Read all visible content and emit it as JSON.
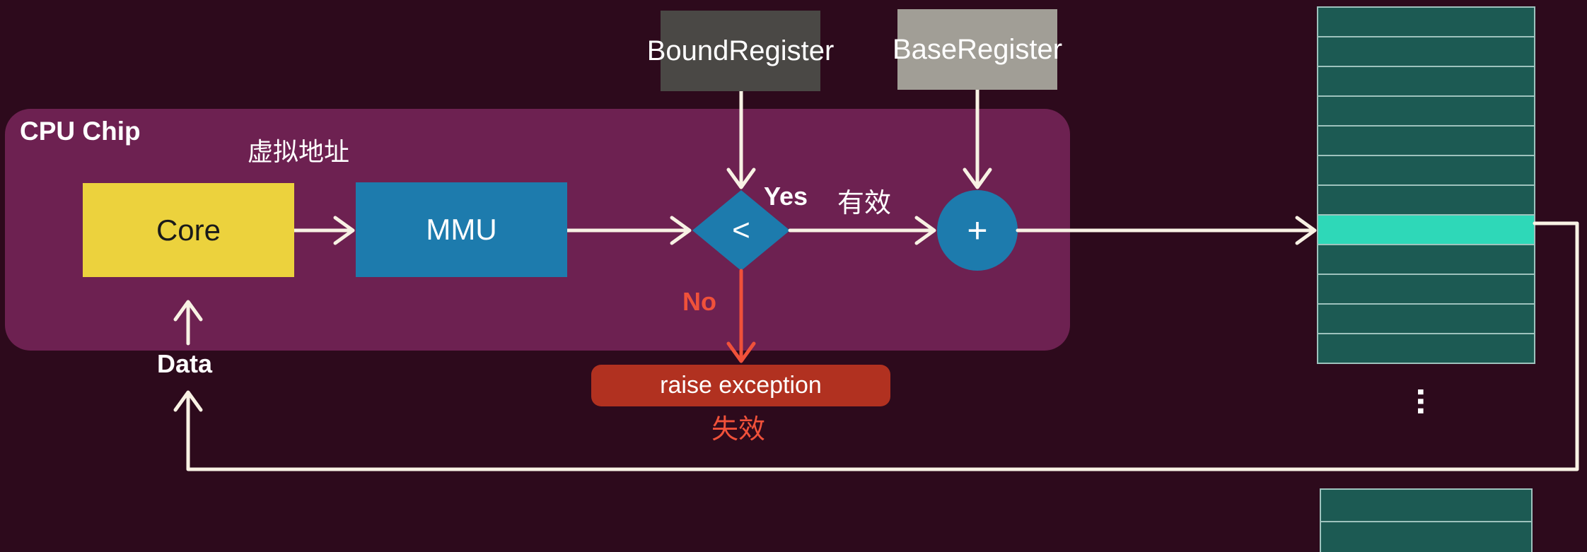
{
  "diagram": {
    "cpu_chip_label": "CPU Chip",
    "virtual_address_label": "虚拟地址",
    "core_label": "Core",
    "mmu_label": "MMU",
    "bound_register_label": "Bound Register",
    "base_register_label": "Base Register",
    "compare_symbol": "<",
    "add_symbol": "+",
    "yes_label": "Yes",
    "valid_label": "有效",
    "no_label": "No",
    "exception_label": "raise exception",
    "fail_label": "失效",
    "data_label": "Data",
    "ellipsis": "⋯"
  },
  "colors": {
    "background": "#2d0a1c",
    "cpu_chip": "#6d2151",
    "core": "#ecd23d",
    "mmu": "#1d7bad",
    "bound_register": "#4a4845",
    "base_register": "#a19e96",
    "exception": "#b13120",
    "memory_cell": "#1c5a53",
    "memory_highlight": "#2ed8b8",
    "no_path": "#f0513a"
  }
}
